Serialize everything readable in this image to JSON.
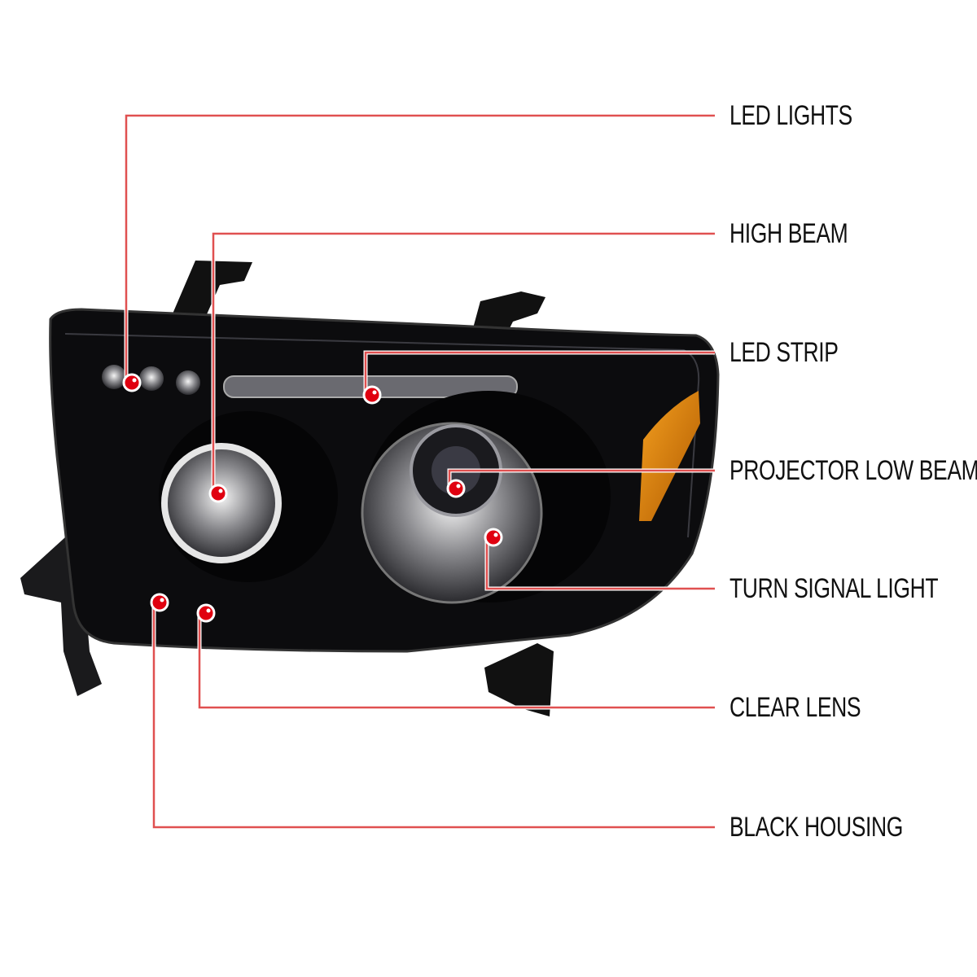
{
  "colors": {
    "line": "#e05050",
    "dot": "#e00010",
    "housing": "#0c0c0e",
    "amber": "#e08a10"
  },
  "callouts": [
    {
      "label": "LED LIGHTS"
    },
    {
      "label": "HIGH BEAM"
    },
    {
      "label": "LED STRIP"
    },
    {
      "label": "PROJECTOR LOW BEAM"
    },
    {
      "label": "TURN SIGNAL LIGHT"
    },
    {
      "label": "CLEAR LENS"
    },
    {
      "label": "BLACK HOUSING"
    }
  ]
}
